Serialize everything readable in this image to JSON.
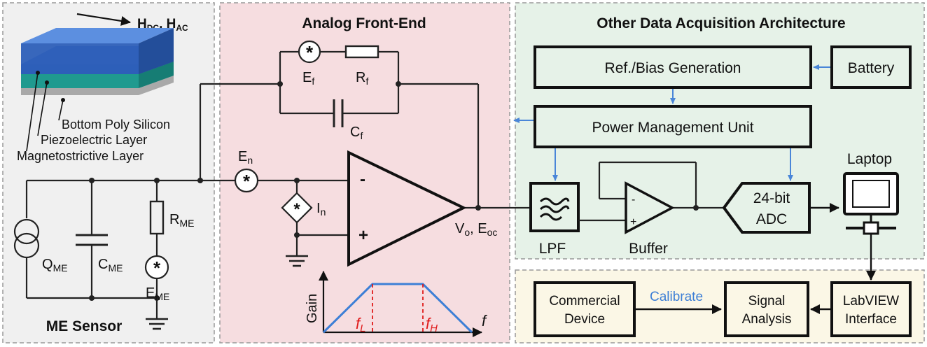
{
  "panels": {
    "sensor": {
      "title": "ME Sensor",
      "bg": "#f0f0f0"
    },
    "afe": {
      "title": "Analog Front-End",
      "bg": "#f6dde0"
    },
    "daq": {
      "title": "Other Data Acquisition Architecture",
      "bg": "#e6f2e8"
    },
    "analysis": {
      "bg": "#fbf7e6"
    }
  },
  "sensor": {
    "field_main": "H",
    "field_sub1": "DC",
    "field_sep": ", H",
    "field_sub2": "AC",
    "layers": [
      "Bottom Poly Silicon",
      "Piezoelectric Layer",
      "Magnetostrictive Layer"
    ],
    "layer_colors": {
      "magnetostrictive": "#2d5fb8",
      "piezoelectric": "#1f9a8f",
      "silicon": "#b0b0b0"
    },
    "q_main": "Q",
    "q_sub": "ME",
    "c_main": "C",
    "c_sub": "ME",
    "r_main": "R",
    "r_sub": "ME",
    "e_main": "E",
    "e_sub": "ME"
  },
  "afe": {
    "ef_main": "E",
    "ef_sub": "f",
    "rf_main": "R",
    "rf_sub": "f",
    "cf_main": "C",
    "cf_sub": "f",
    "en_main": "E",
    "en_sub": "n",
    "in_main": "I",
    "in_sub": "n",
    "minus": "-",
    "plus": "+",
    "vo_main": "V",
    "vo_sub": "o",
    "vo_sep": ", E",
    "vo_sub2": "oc",
    "gain_label": "Gain",
    "f_label": "f",
    "fl_main": "f",
    "fl_sub": "L",
    "fh_main": "f",
    "fh_sub": "H"
  },
  "daq": {
    "ref_bias": "Ref./Bias Generation",
    "battery": "Battery",
    "pmu": "Power Management Unit",
    "lpf": "LPF",
    "buffer": "Buffer",
    "buf_minus": "-",
    "buf_plus": "+",
    "adc_line1": "24-bit",
    "adc_line2": "ADC",
    "laptop": "Laptop"
  },
  "analysis": {
    "commercial_line1": "Commercial",
    "commercial_line2": "Device",
    "calibrate": "Calibrate",
    "signal_line1": "Signal",
    "signal_line2": "Analysis",
    "labview_line1": "LabVIEW",
    "labview_line2": "Interface"
  }
}
